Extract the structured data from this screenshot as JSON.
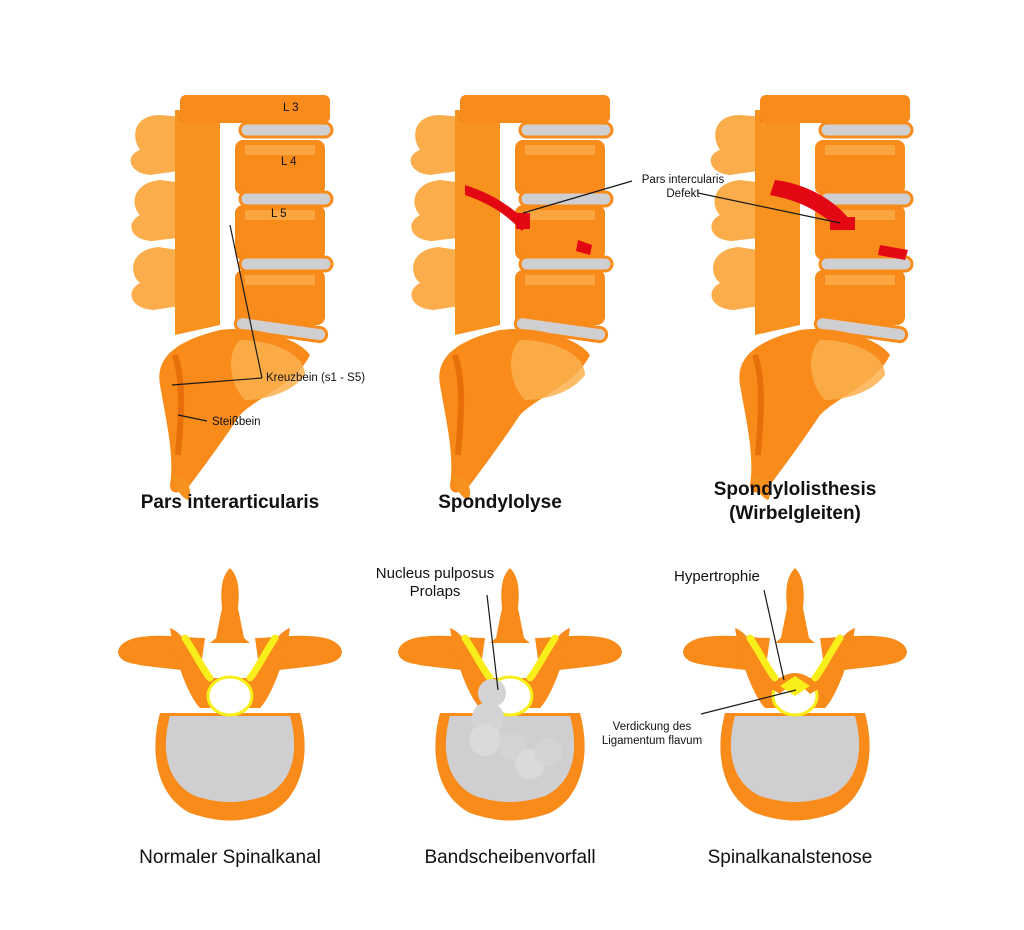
{
  "colors": {
    "bone": "#f98b1b",
    "bone_light": "#fbb04e",
    "bone_shadow": "#e66f0b",
    "disc": "#cfcfd1",
    "disc_light": "#eeeeef",
    "defect": "#e30613",
    "ligament": "#f7ee1a",
    "leader": "#1a1a1a",
    "background": "#ffffff"
  },
  "top_row": [
    {
      "title": "Pars interarticularis",
      "labels": {
        "vertebra_1": "L 3",
        "vertebra_2": "L 4",
        "vertebra_3": "L 5",
        "sacrum": "Kreuzbein (s1 - S5)",
        "coccyx": "Steißbein"
      }
    },
    {
      "title": "Spondylolyse",
      "labels": {
        "defect_line_1": "Pars intercularis",
        "defect_line_2": "Defekt"
      }
    },
    {
      "title_line_1": "Spondylolisthesis",
      "title_line_2": "(Wirbelgleiten)"
    }
  ],
  "bottom_row": [
    {
      "caption": "Normaler Spinalkanal"
    },
    {
      "caption": "Bandscheibenvorfall",
      "labels": {
        "prolapse_line_1": "Nucleus pulposus",
        "prolapse_line_2": "Prolaps"
      }
    },
    {
      "caption": "Spinalkanalstenose",
      "labels": {
        "hypertrophy": "Hypertrophie",
        "thickening_line_1": "Verdickung des",
        "thickening_line_2": "Ligamentum flavum"
      }
    }
  ]
}
